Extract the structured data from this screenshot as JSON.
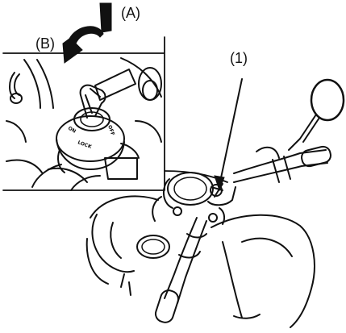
{
  "labels": {
    "a": "(A)",
    "b": "(B)",
    "part1": "(1)"
  },
  "ignition_markings": [
    "ON",
    "OFF",
    "LOCK"
  ],
  "colors": {
    "ink": "#111111",
    "background": "#ffffff"
  }
}
